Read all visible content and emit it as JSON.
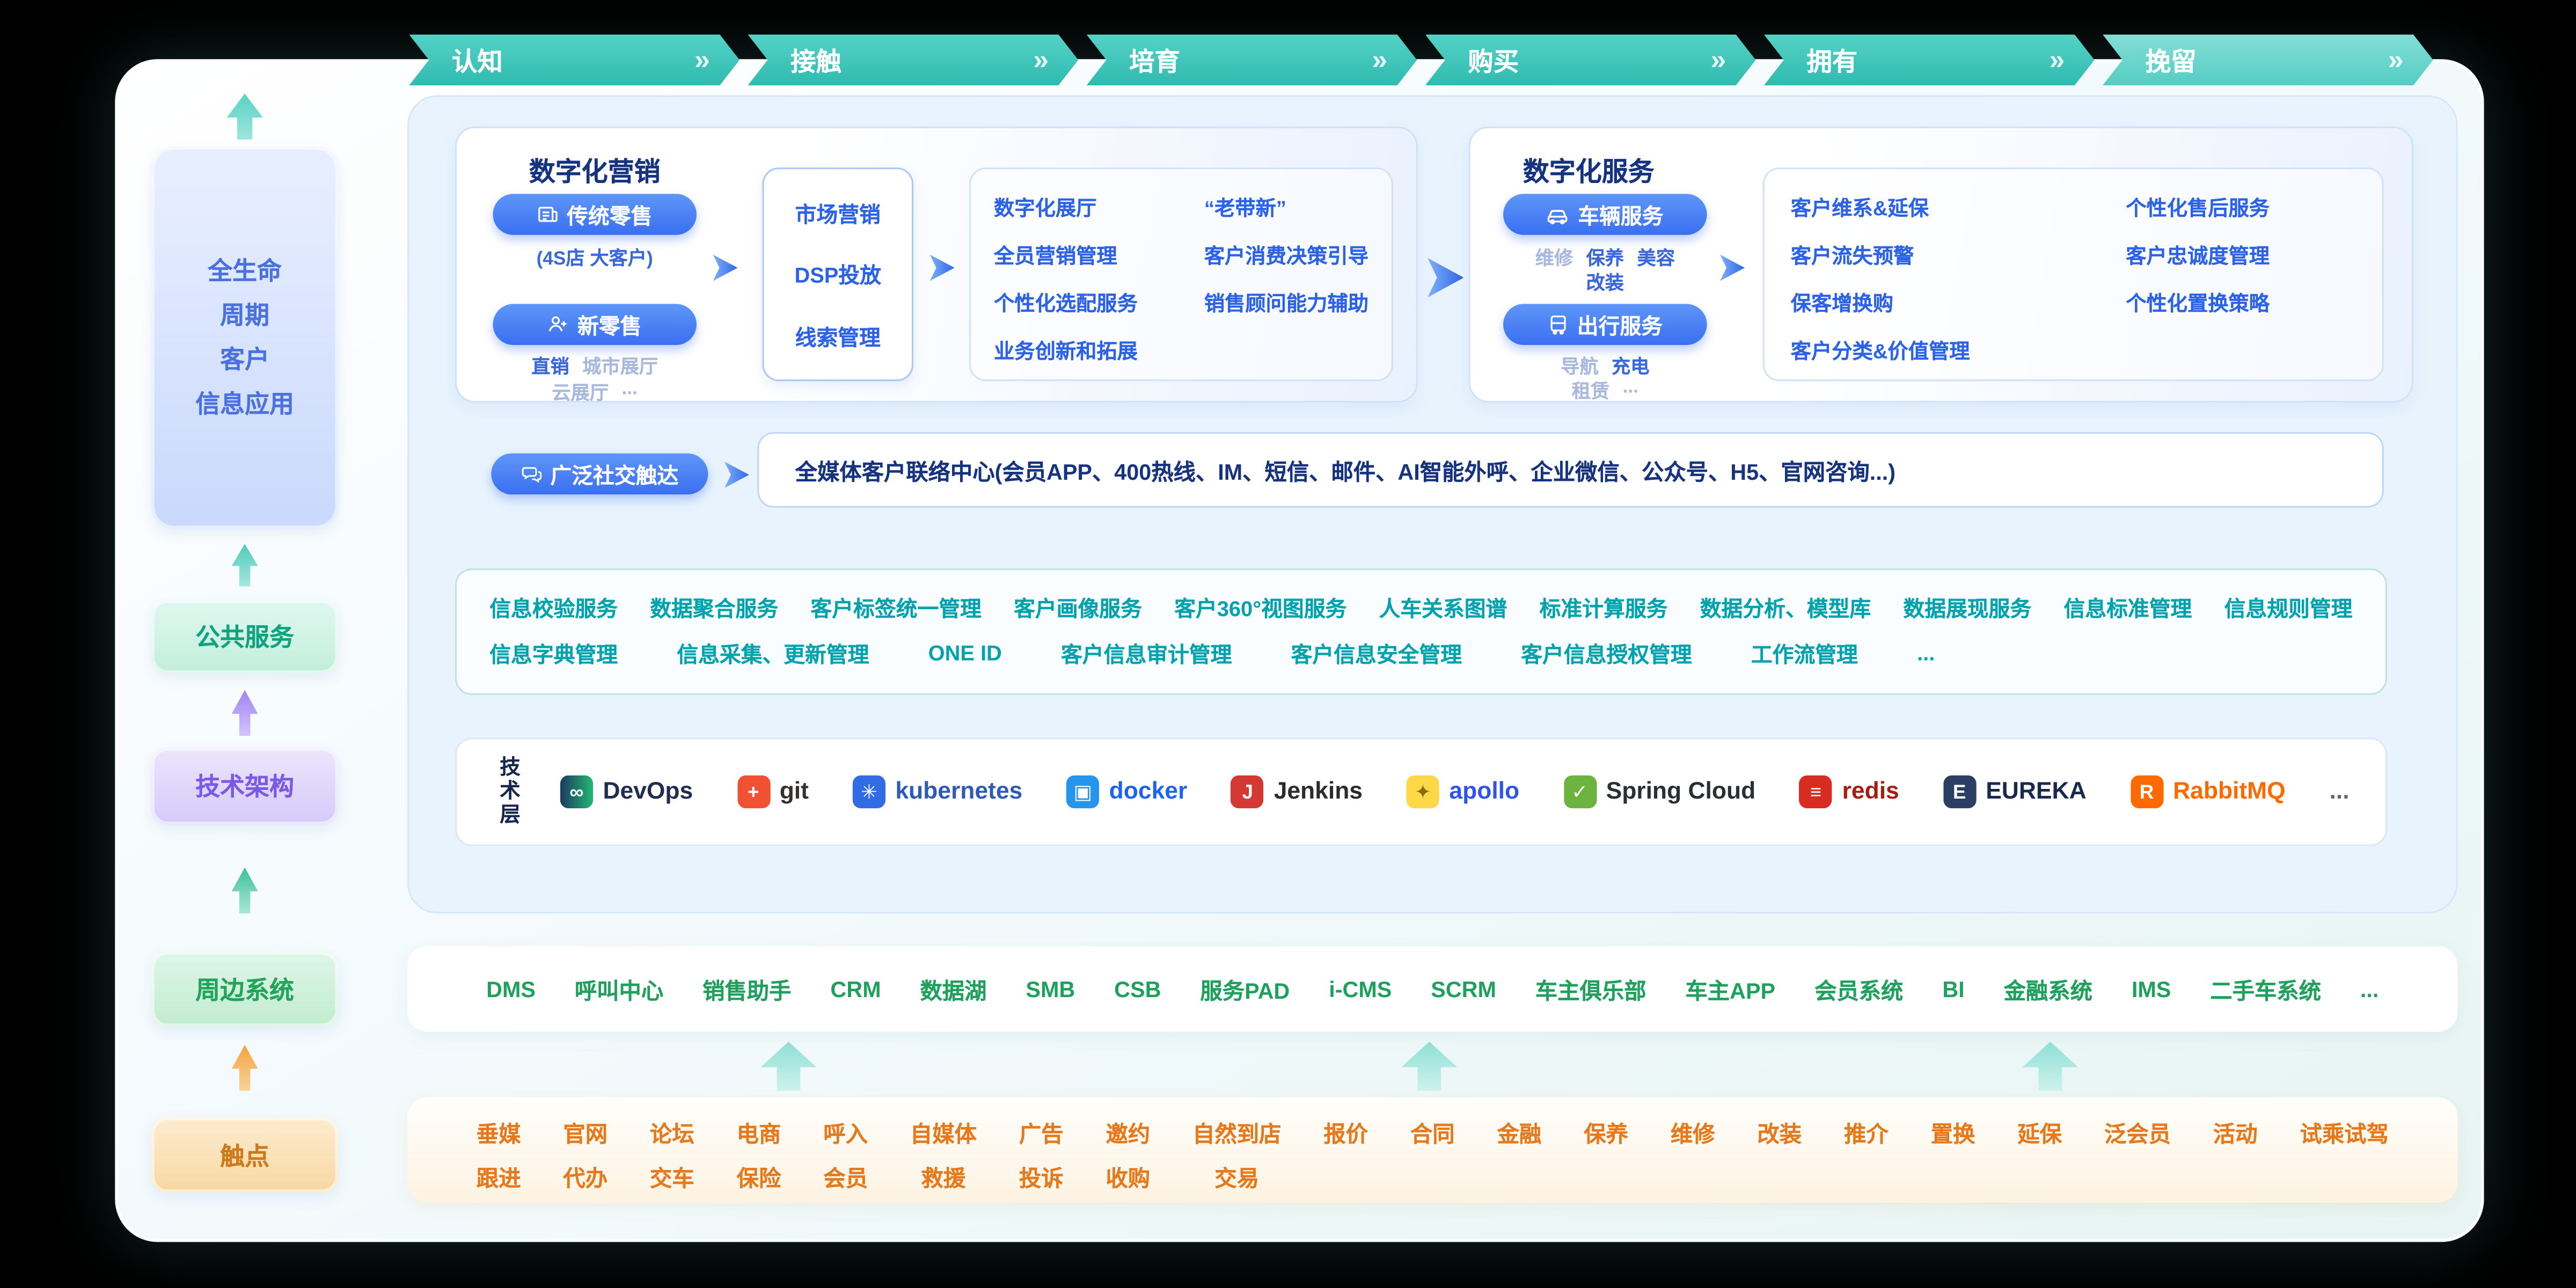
{
  "colors": {
    "journey_teal": "#3ec4b9",
    "primary_blue": "#3a6ff1",
    "title_navy": "#15337f",
    "public_teal": "#00a3ad",
    "peripheral_green": "#1fa15d",
    "touch_orange": "#e5791c"
  },
  "journey": {
    "chevron": "»",
    "stages": [
      "认知",
      "接触",
      "培育",
      "购买",
      "拥有",
      "挽留"
    ]
  },
  "sidebar": {
    "lifecycle_label": "全生命\n周期\n客户\n信息应用",
    "public_services_label": "公共服务",
    "tech_arch_label": "技术架构",
    "peripheral_label": "周边系统",
    "touchpoint_label": "触点"
  },
  "marketing": {
    "title": "数字化营销",
    "traditional_retail": {
      "label": "传统零售",
      "sub": "(4S店  大客户)"
    },
    "new_retail": {
      "label": "新零售",
      "sub_line1": [
        {
          "t": "直销",
          "c": "#3a67da"
        },
        {
          "t": "城市展厅",
          "c": "#a9b8dd"
        }
      ],
      "sub_line2": [
        {
          "t": "云展厅",
          "c": "#a9b8dd"
        },
        {
          "t": "...",
          "c": "#a9b8dd"
        }
      ]
    },
    "funnel_items": [
      "市场营销",
      "DSP投放",
      "线索管理"
    ],
    "capability_col1": [
      "数字化展厅",
      "全员营销管理",
      "个性化选配服务",
      "业务创新和拓展"
    ],
    "capability_col2": [
      "“老带新”",
      "客户消费决策引导",
      "销售顾问能力辅助"
    ]
  },
  "services": {
    "title": "数字化服务",
    "vehicle": {
      "label": "车辆服务",
      "sub_line1": [
        {
          "t": "维修",
          "c": "#a9b8dd"
        },
        {
          "t": "保养",
          "c": "#3a67da"
        },
        {
          "t": "美容",
          "c": "#3a67da"
        }
      ],
      "sub_line2": [
        {
          "t": "改装",
          "c": "#3a67da"
        }
      ]
    },
    "travel": {
      "label": "出行服务",
      "sub_line1": [
        {
          "t": "导航",
          "c": "#a9b8dd"
        },
        {
          "t": "充电",
          "c": "#3a67da"
        }
      ],
      "sub_line2": [
        {
          "t": "租赁",
          "c": "#a9b8dd"
        },
        {
          "t": "...",
          "c": "#a9b8dd"
        }
      ]
    },
    "capability_col1": [
      "客户维系&延保",
      "客户流失预警",
      "保客增换购",
      "客户分类&价值管理"
    ],
    "capability_col2": [
      "个性化售后服务",
      "客户忠诚度管理",
      "个性化置换策略"
    ]
  },
  "social": {
    "label": "广泛社交触达",
    "content": "全媒体客户联络中心(会员APP、400热线、IM、短信、邮件、AI智能外呼、企业微信、公众号、H5、官网咨询...)"
  },
  "public_services": {
    "row1": [
      "信息校验服务",
      "数据聚合服务",
      "客户标签统一管理",
      "客户画像服务",
      "客户360°视图服务",
      "人车关系图谱",
      "标准计算服务",
      "数据分析、模型库",
      "数据展现服务",
      "信息标准管理",
      "信息规则管理"
    ],
    "row2": [
      "信息字典管理",
      "信息采集、更新管理",
      "ONE ID",
      "客户信息审计管理",
      "客户信息安全管理",
      "客户信息授权管理",
      "工作流管理",
      "..."
    ]
  },
  "tech": {
    "label": "技术层",
    "logos": [
      {
        "icon": "∞",
        "bg": "linear-gradient(90deg,#1b3a5f,#23b873)",
        "fg": "#fff",
        "name": "DevOps",
        "color": "#1f2d4e"
      },
      {
        "icon": "+",
        "bg": "#f05133",
        "fg": "#fff",
        "name": "git",
        "color": "#362f2d"
      },
      {
        "icon": "✳",
        "bg": "#326ce5",
        "fg": "#fff",
        "name": "kubernetes",
        "color": "#2f5bb7"
      },
      {
        "icon": "▣",
        "bg": "#2496ed",
        "fg": "#fff",
        "name": "docker",
        "color": "#1d63ed"
      },
      {
        "icon": "J",
        "bg": "#d33833",
        "fg": "#fff",
        "name": "Jenkins",
        "color": "#2b2b2b"
      },
      {
        "icon": "✦",
        "bg": "#ffd84a",
        "fg": "#8a6d00",
        "name": "apollo",
        "color": "#2f54eb"
      },
      {
        "icon": "✓",
        "bg": "#6db33f",
        "fg": "#fff",
        "name": "Spring Cloud",
        "color": "#2a2f36"
      },
      {
        "icon": "≡",
        "bg": "#d82c20",
        "fg": "#fff",
        "name": "redis",
        "color": "#a41e11"
      },
      {
        "icon": "E",
        "bg": "#2a3f63",
        "fg": "#fff",
        "name": "EUREKA",
        "color": "#19294e"
      },
      {
        "icon": "R",
        "bg": "#ff6a00",
        "fg": "#fff",
        "name": "RabbitMQ",
        "color": "#ff6a00"
      },
      {
        "name": "...",
        "color": "#666666"
      }
    ]
  },
  "peripheral": {
    "items": [
      "DMS",
      "呼叫中心",
      "销售助手",
      "CRM",
      "数据湖",
      "SMB",
      "CSB",
      "服务PAD",
      "i-CMS",
      "SCRM",
      "车主俱乐部",
      "车主APP",
      "会员系统",
      "BI",
      "金融系统",
      "IMS",
      "二手车系统",
      "..."
    ]
  },
  "touchpoints": {
    "row1": [
      "垂媒",
      "官网",
      "论坛",
      "电商",
      "呼入",
      "自媒体",
      "广告",
      "邀约",
      "自然到店",
      "报价",
      "合同",
      "金融",
      "保养",
      "维修",
      "改装",
      "推介",
      "置换",
      "延保",
      "泛会员",
      "活动",
      "试乘试驾"
    ],
    "row2": [
      "跟进",
      "代办",
      "交车",
      "保险",
      "会员",
      "救援",
      "投诉",
      "收购",
      "交易"
    ]
  }
}
